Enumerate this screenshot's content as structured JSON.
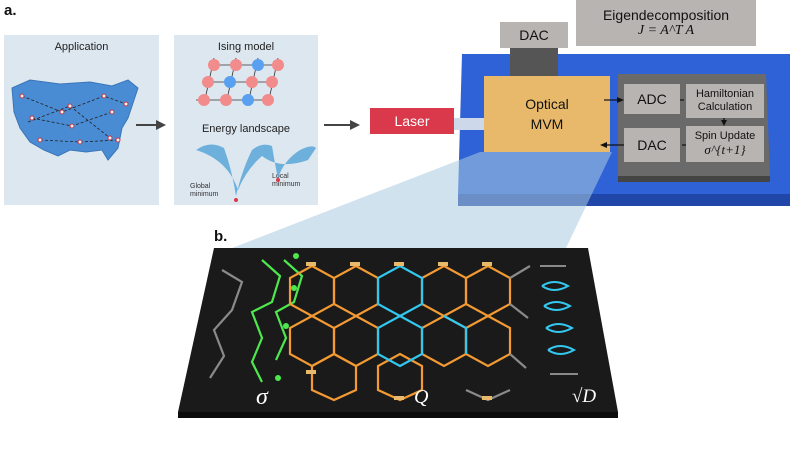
{
  "panel_a": {
    "label": "a.",
    "application": {
      "title": "Application"
    },
    "ising": {
      "title": "Ising model",
      "subtitle": "Energy landscape",
      "global_min": "Global\nminimum",
      "local_min": "Local\nminimum"
    },
    "laser": "Laser",
    "optical_mvm": "Optical\nMVM",
    "adc": "ADC",
    "dac_inner": "DAC",
    "dac_top": "DAC",
    "hamiltonian": "Hamiltonian\nCalculation",
    "spin_update": "Spin Update",
    "spin_update_math": "σ^{t+1}",
    "eigen_title": "Eigendecomposition",
    "eigen_eq": "J = A^T A"
  },
  "panel_b": {
    "label": "b.",
    "sigma": "σ",
    "q": "Q",
    "sqrt_d": "√D"
  },
  "colors": {
    "map_bg": "#dde7f0",
    "chip_blue": "#2f62d6",
    "optical": "#e8b96a",
    "laser": "#d9394a",
    "gray_block": "#b8b4b1",
    "green": "#4ee84e",
    "orange": "#f39a33",
    "cyan": "#33c8f0",
    "board": "#1a1a1a"
  }
}
